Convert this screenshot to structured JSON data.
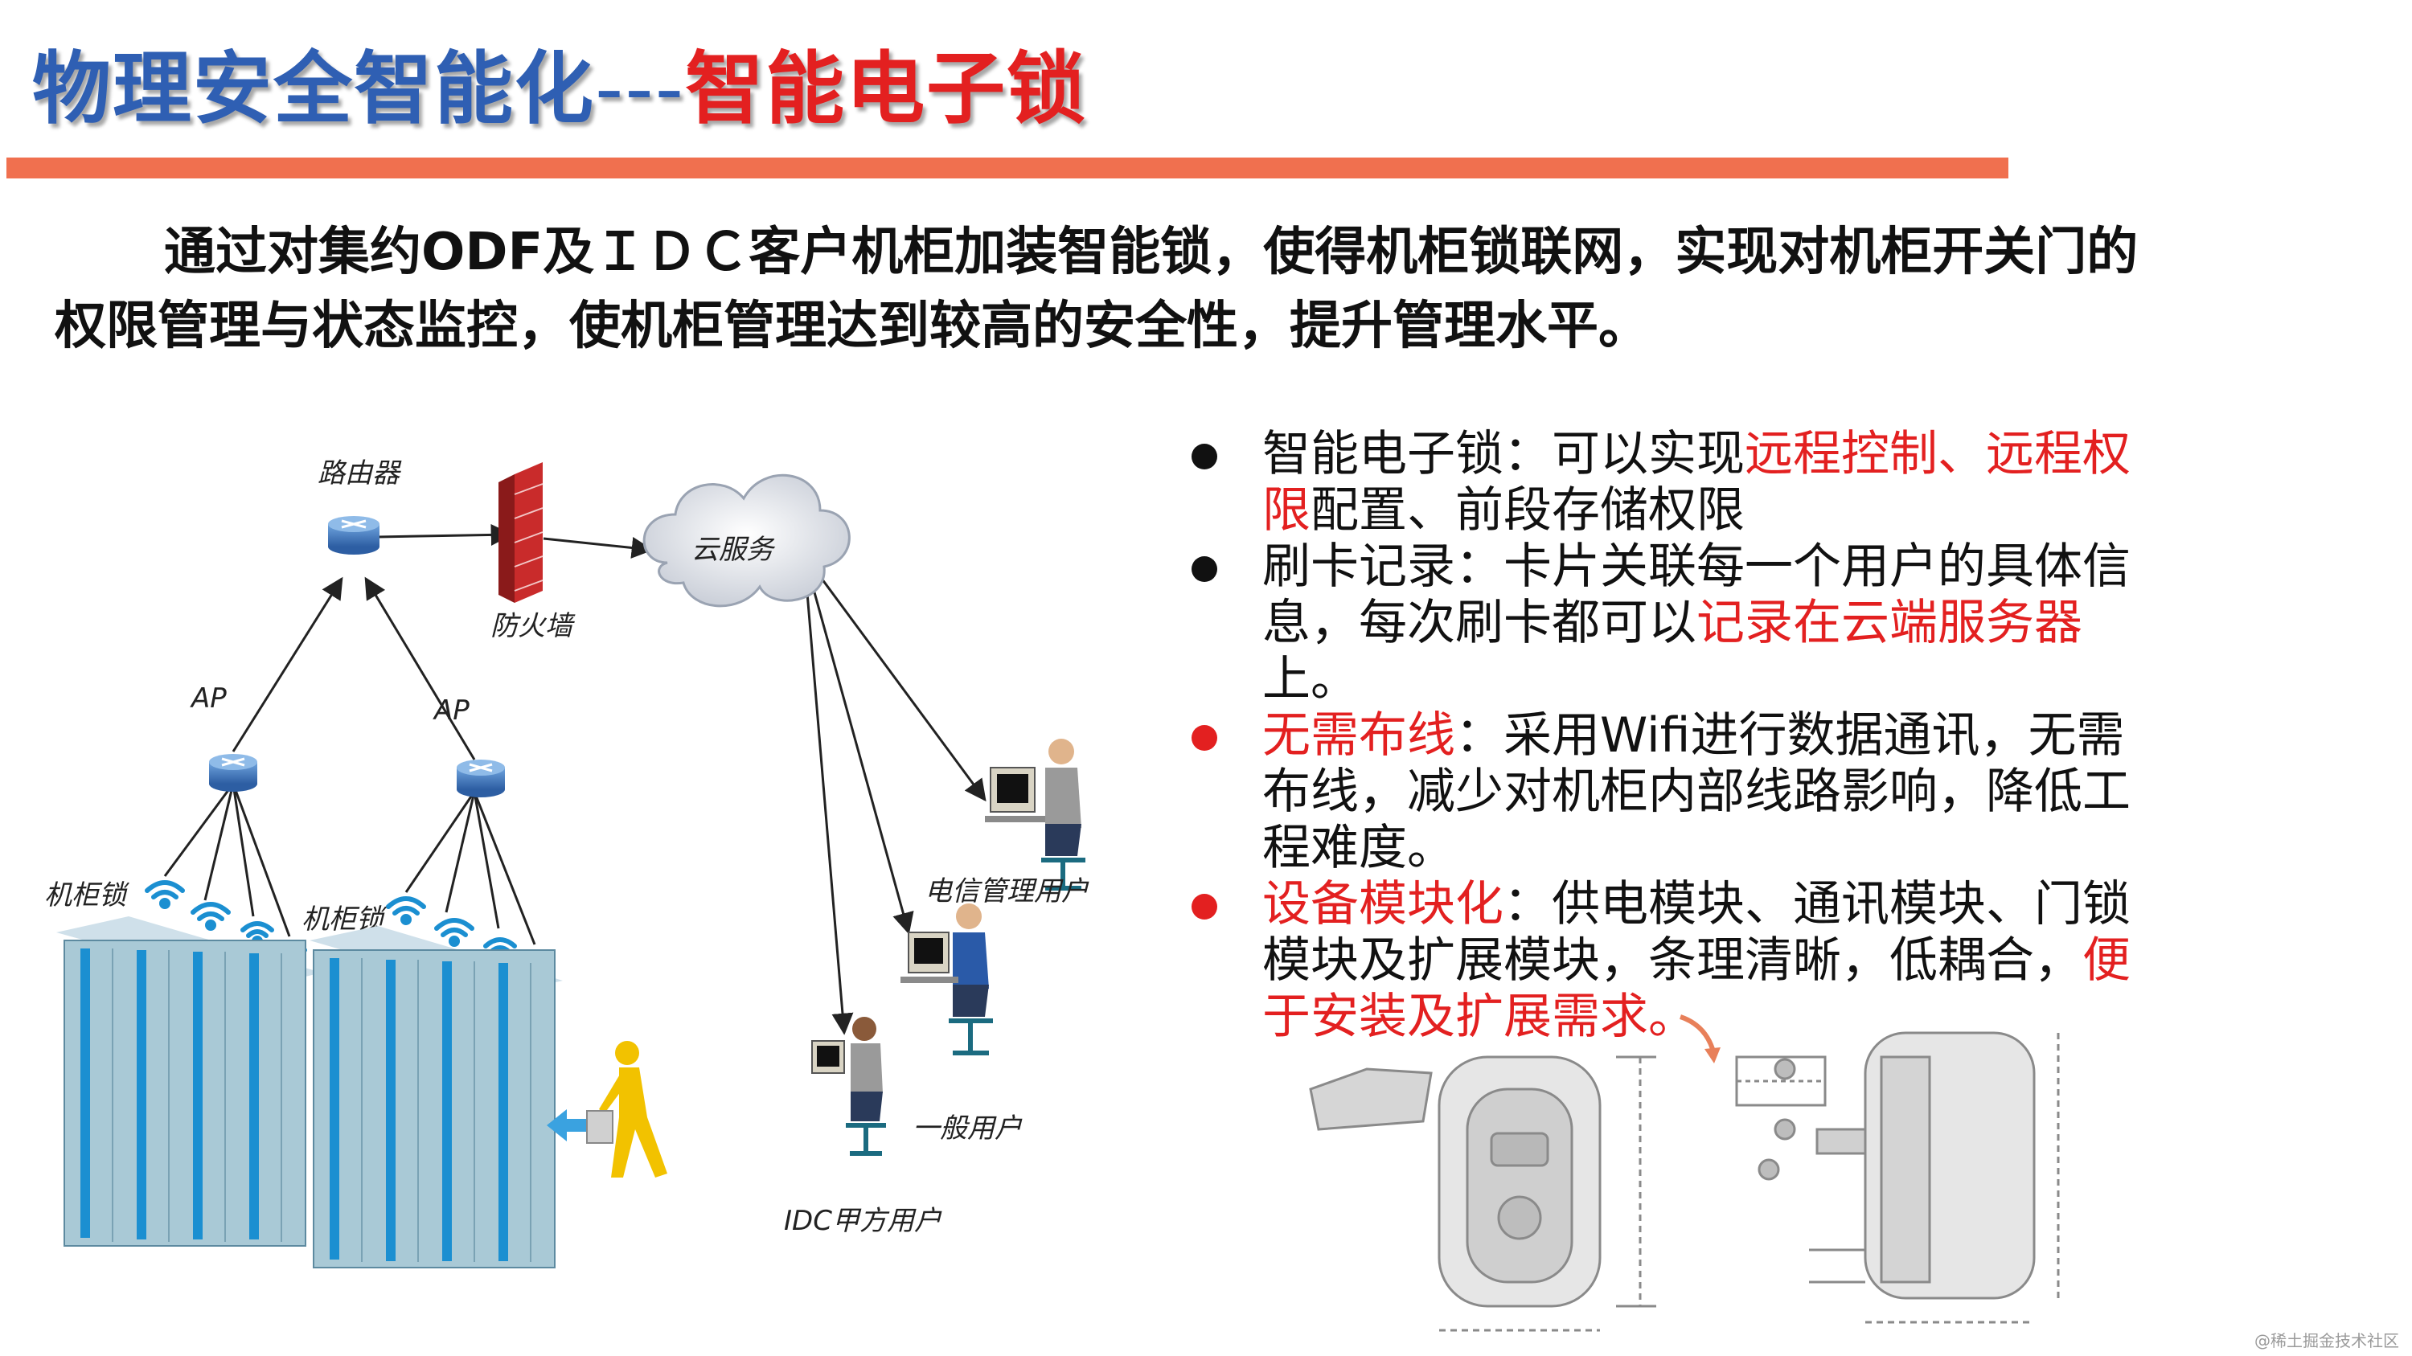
{
  "title": {
    "part1": "物理安全智能化",
    "separator": "---",
    "part2": "智能电子锁"
  },
  "intro": "通过对集约ODF及ＩＤＣ客户机柜加装智能锁，使得机柜锁联网，实现对机柜开关门的权限管理与状态监控，使机柜管理达到较高的安全性，提升管理水平。",
  "bullets": [
    {
      "dot": "black",
      "segments": [
        {
          "text": "智能电子锁：可以实现",
          "red": false
        },
        {
          "text": "远程控制、远程权限",
          "red": true
        },
        {
          "text": "配置、前段存储权限",
          "red": false
        }
      ]
    },
    {
      "dot": "black",
      "segments": [
        {
          "text": "刷卡记录：卡片关联每一个用户的具体信息，每次刷卡都可以",
          "red": false
        },
        {
          "text": "记录在云端服务器",
          "red": true
        },
        {
          "text": "上。",
          "red": false
        }
      ]
    },
    {
      "dot": "red",
      "segments": [
        {
          "text": "无需布线",
          "red": true
        },
        {
          "text": "：采用Wifi进行数据通讯，无需布线，减少对机柜内部线路影响，降低工程难度。",
          "red": false
        }
      ]
    },
    {
      "dot": "red",
      "segments": [
        {
          "text": "设备模块化",
          "red": true
        },
        {
          "text": "：供电模块、通讯模块、门锁模块及扩展模块，条理清晰，低耦合，",
          "red": false
        },
        {
          "text": "便于安装及扩展需求。",
          "red": true
        }
      ]
    }
  ],
  "diagram": {
    "router": "路由器",
    "firewall": "防火墙",
    "cloud": "云服务",
    "ap1": "AP",
    "ap2": "AP",
    "cabinet_lock1": "机柜锁",
    "cabinet_lock2": "机柜锁",
    "telecom_user": "电信管理用户",
    "general_user": "一般用户",
    "idc_user": "IDC甲方用户"
  },
  "watermark": "@稀土掘金技术社区",
  "colors": {
    "title_blue": "#2f5fb3",
    "accent_red": "#e32020",
    "title_bar": "#f0704f",
    "cabinet_blue": "#1b8fd1"
  }
}
